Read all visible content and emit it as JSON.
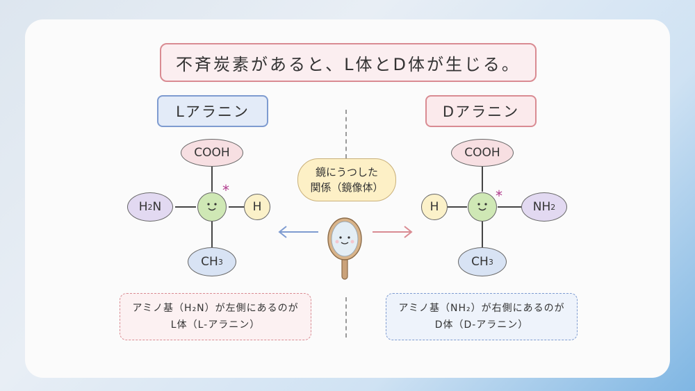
{
  "title": "不斉炭素があると、L体とD体が生じる。",
  "left_name": "Lアラニン",
  "right_name": "Dアラニン",
  "left_molecule": {
    "top": "COOH",
    "left_base": "H",
    "left_sub": "2",
    "left_tail": "N",
    "right": "H",
    "bottom_base": "CH",
    "bottom_sub": "3",
    "chiral_mark": "*"
  },
  "right_molecule": {
    "top": "COOH",
    "left": "H",
    "right_base": "NH",
    "right_sub": "2",
    "bottom_base": "CH",
    "bottom_sub": "3",
    "chiral_mark": "*"
  },
  "bubble": {
    "line1": "鏡にうつした",
    "line2": "関係（鏡像体）"
  },
  "left_desc": {
    "line1": "アミノ基（H₂N）が左側にあるのが",
    "line2": "L体（L-アラニン）"
  },
  "right_desc": {
    "line1": "アミノ基（NH₂）が右側にあるのが",
    "line2": "D体（D-アラニン）"
  },
  "colors": {
    "left_arrow": "#7e9bd0",
    "right_arrow": "#d98b92",
    "accent": "#b03a8c"
  }
}
